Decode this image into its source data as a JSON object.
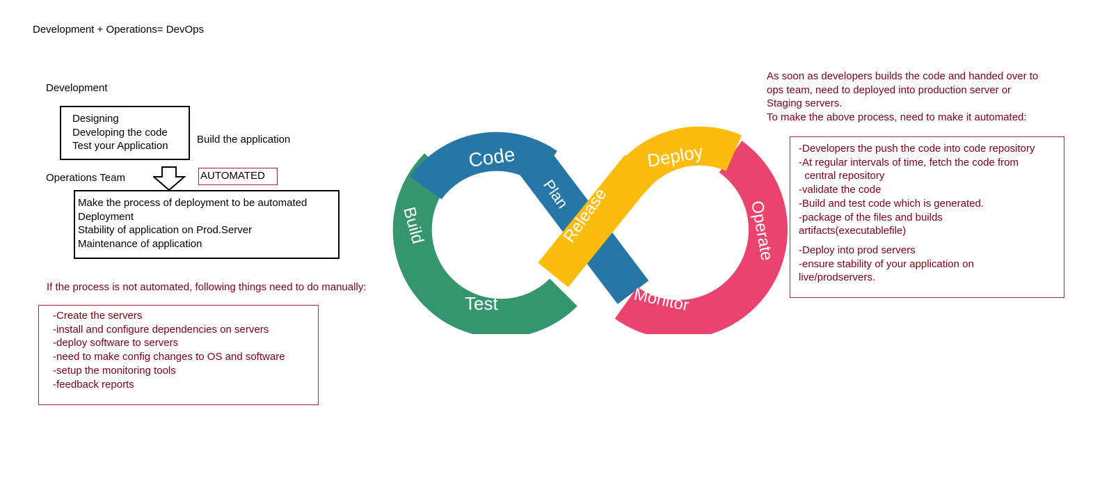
{
  "title": "Development + Operations= DevOps",
  "development": {
    "heading": "Development",
    "items": [
      "Designing",
      "Developing the code",
      "Test your Application"
    ],
    "side_label": "Build the application"
  },
  "operations": {
    "heading": "Operations Team",
    "badge": "AUTOMATED",
    "items": [
      "Make the process of deployment to be automated",
      "Deployment",
      "Stability of application on Prod.Server",
      "Maintenance of application"
    ]
  },
  "manual": {
    "heading": "If the process is not automated, following things need to do manually:",
    "items": [
      "-Create the servers",
      "-install and configure dependencies on servers",
      "-deploy software to servers",
      "-need to make config changes to OS and software",
      "-setup the monitoring tools",
      "-feedback reports"
    ]
  },
  "right": {
    "intro": [
      "As soon as developers builds the code and handed over to",
      "ops team, need to deployed into production server or",
      "Staging servers.",
      "To make the above process, need to make it automated:"
    ],
    "steps_a": [
      "-Developers the push the code into code repository",
      "-At regular intervals of time, fetch the code from",
      "  central repository",
      "-validate the code",
      "-Build and test code which is generated.",
      "-package of the files and builds",
      "artifacts(executablefile)"
    ],
    "steps_b": [
      "-Deploy into prod servers",
      "-ensure stability of your application on",
      "live/prodservers."
    ]
  },
  "loop": {
    "stages": [
      "Code",
      "Plan",
      "Build",
      "Test",
      "Release",
      "Deploy",
      "Operate",
      "Monitor"
    ],
    "colors": {
      "blue": "#2676a6",
      "green": "#35956d",
      "yellow": "#fbbc0d",
      "pink": "#e9436e"
    }
  }
}
